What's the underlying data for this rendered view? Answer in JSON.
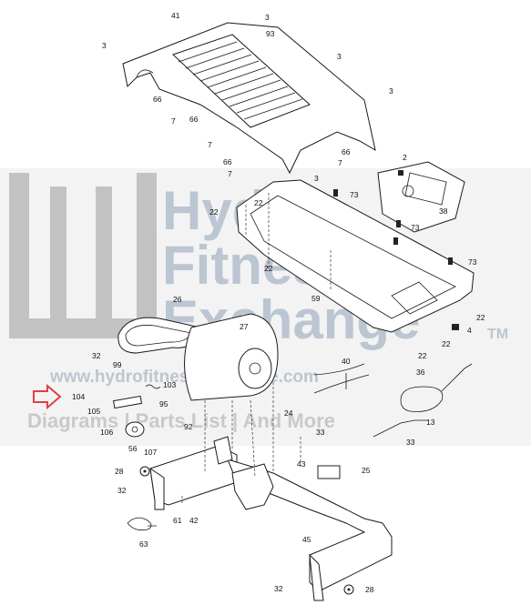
{
  "watermark": {
    "line1": "Hydro",
    "line2": "Fitness",
    "line3": "Exchange",
    "tm": "TM",
    "url": "www.hydrofitnessexchange.com",
    "tagline": "Diagrams | Parts List | And More",
    "color": "#8fa3b8"
  },
  "callout_arrow_color": "#e04040",
  "labels": {
    "p41": "41",
    "p3a": "3",
    "p3b": "3",
    "p93": "93",
    "p3c": "3",
    "p3d": "3",
    "p66a": "66",
    "p7a": "7",
    "p66b": "66",
    "p7b": "7",
    "p66c": "66",
    "p7c": "7",
    "p66d": "66",
    "p7d": "7",
    "p3e": "3",
    "p2": "2",
    "p73a": "73",
    "p22a": "22",
    "p22b": "22",
    "p73b": "73",
    "p38": "38",
    "p73c": "73",
    "p22c": "22",
    "p59": "59",
    "p26": "26",
    "p27": "27",
    "p22d": "22",
    "p4": "4",
    "p22e": "22",
    "p22f": "22",
    "p32a": "32",
    "p99": "99",
    "p40": "40",
    "p36": "36",
    "p104": "104",
    "p103": "103",
    "p105": "105",
    "p95": "95",
    "p92": "92",
    "p106": "106",
    "p56": "56",
    "p107": "107",
    "p24": "24",
    "p33a": "33",
    "p13": "13",
    "p33b": "33",
    "p28a": "28",
    "p43": "43",
    "p25": "25",
    "p32b": "32",
    "p61": "61",
    "p42": "42",
    "p63": "63",
    "p45": "45",
    "p32c": "32",
    "p28b": "28"
  }
}
